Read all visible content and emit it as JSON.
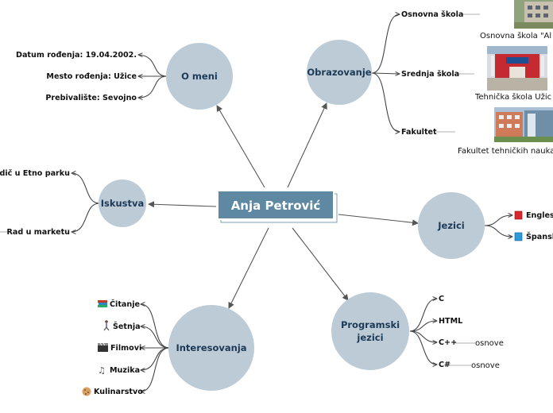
{
  "central": {
    "title": "Anja Petrović"
  },
  "o_meni": {
    "label": "O meni",
    "items": [
      "Datum rođenja: 19.04.2002.",
      "Mesto rođenja: Užice",
      "Prebivalište: Sevojno"
    ]
  },
  "obrazovanje": {
    "label": "Obrazovanje",
    "items": [
      "Osnovna škola",
      "Srednja škola",
      "Fakultet"
    ],
    "captions": [
      "Osnovna škola \"Al",
      "Tehnička škola Užic",
      "Fakultet tehničkih nauka"
    ]
  },
  "iskustva": {
    "label": "Iskustva",
    "items": [
      "Vodič u Etno parku",
      "Rad u marketu"
    ]
  },
  "jezici": {
    "label": "Jezici",
    "items": [
      "Englesk",
      "Špansk"
    ]
  },
  "interesovanja": {
    "label": "Interesovanja",
    "items": [
      "Čitanje",
      "Šetnja",
      "Filmovi",
      "Muzika",
      "Kulinarstvo"
    ]
  },
  "programski": {
    "label_line1": "Programski",
    "label_line2": "jezici",
    "items": [
      "C",
      "HTML",
      "C++",
      "C#"
    ],
    "notes": [
      "osnove",
      "osnove"
    ]
  }
}
